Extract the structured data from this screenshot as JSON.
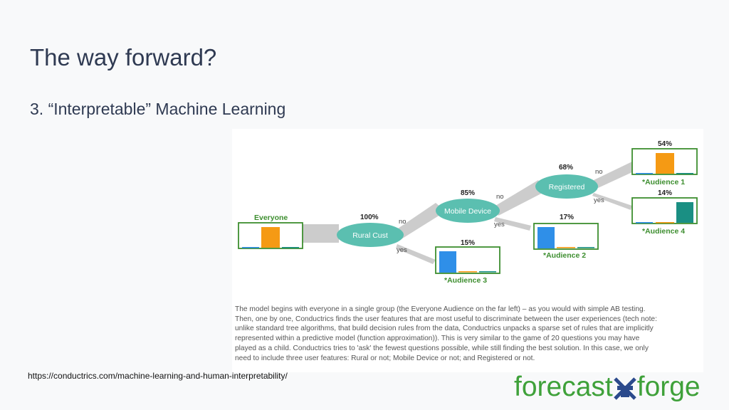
{
  "slide": {
    "title": "The way forward?",
    "subtitle": "3. “Interpretable” Machine Learning",
    "source_url": "https://conductrics.com/machine-learning-and-human-interpretability/"
  },
  "diagram": {
    "nodes": {
      "everyone": "Everyone",
      "rural": "Rural Cust",
      "mobile": "Mobile Device",
      "registered": "Registered"
    },
    "percents": {
      "rural": "100%",
      "mobile": "85%",
      "registered": "68%",
      "audience1": "54%",
      "audience4": "14%",
      "audience2": "17%",
      "audience3": "15%"
    },
    "branches": {
      "rural_no": "no",
      "rural_yes": "yes",
      "mobile_no": "no",
      "mobile_yes": "yes",
      "registered_no": "no",
      "registered_yes": "yes"
    },
    "audiences": {
      "a1": "*Audience 1",
      "a2": "*Audience 2",
      "a3": "*Audience 3",
      "a4": "*Audience 4"
    },
    "caption": "The model begins with everyone in a single group (the Everyone Audience on the far left) – as you would with simple AB testing. Then, one by one, Conductrics finds the user features that are most useful to discriminate between the user experiences (tech note: unlike standard tree algorithms, that build decision rules from the data, Conductrics unpacks a sparse set of rules that are implicitly represented within a predictive model (function approximation)). This is very similar to the game of 20 questions you may have played as a child. Conductrics tries to 'ask' the fewest questions possible, while still finding the best solution. In this case, we only need to include three user features: Rural or not; Mobile Device or not; and Registered or not.",
    "colors": {
      "node": "#5bbfb0",
      "box_border": "#3d8e2f",
      "bar_blue": "#2f8fe8",
      "bar_orange": "#f59a14",
      "bar_teal": "#1a8f83",
      "flow": "#c9c9c9"
    }
  },
  "logo": {
    "text_left": "forecast",
    "text_right": "forge",
    "icon": "anvil-icon"
  }
}
